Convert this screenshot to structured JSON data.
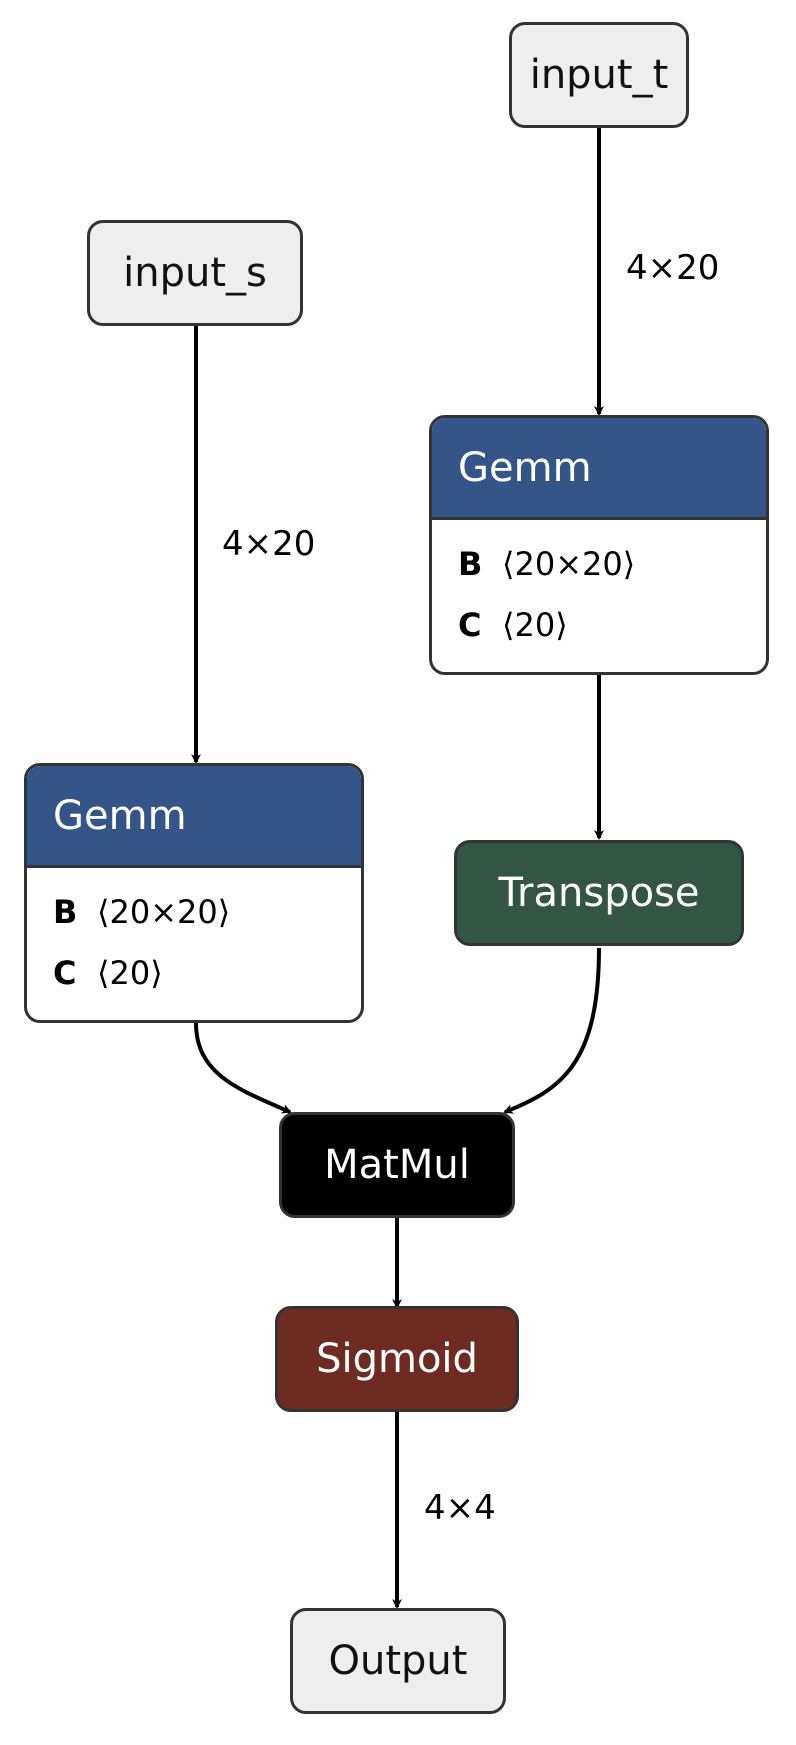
{
  "nodes": {
    "input_t": {
      "label": "input_t"
    },
    "input_s": {
      "label": "input_s"
    },
    "gemm_t": {
      "title": "Gemm",
      "attrs": [
        {
          "name": "B",
          "value": "⟨20×20⟩"
        },
        {
          "name": "C",
          "value": "⟨20⟩"
        }
      ]
    },
    "gemm_s": {
      "title": "Gemm",
      "attrs": [
        {
          "name": "B",
          "value": "⟨20×20⟩"
        },
        {
          "name": "C",
          "value": "⟨20⟩"
        }
      ]
    },
    "transpose": {
      "label": "Transpose"
    },
    "matmul": {
      "label": "MatMul"
    },
    "sigmoid": {
      "label": "Sigmoid"
    },
    "output": {
      "label": "Output"
    }
  },
  "edge_labels": {
    "input_t_to_gemm": "4×20",
    "input_s_to_gemm": "4×20",
    "sigmoid_to_output": "4×4"
  },
  "colors": {
    "io_fill": "#eeeeee",
    "gemm_header": "#335588",
    "transpose": "#335544",
    "matmul": "#000000",
    "sigmoid": "#6e2b22",
    "border": "#333333"
  }
}
